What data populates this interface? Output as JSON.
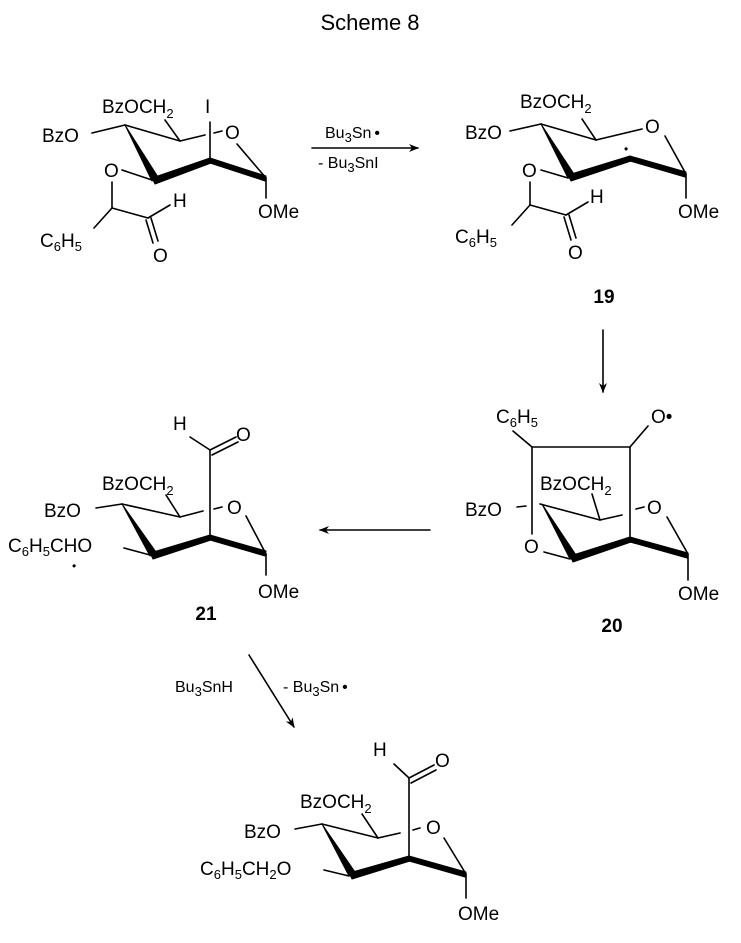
{
  "title": "Scheme 8",
  "structures": {
    "start": {
      "labels": {
        "ch2": "BzOCH",
        "ch2_sub": "2",
        "iodo": "I",
        "bzo": "BzO",
        "ring_o": "O",
        "ether_o": "O",
        "h": "H",
        "c6": "C",
        "c6_sub6": "6",
        "c6_h": "H",
        "c6_sub5": "5",
        "carbonyl_o": "O",
        "ome": "OMe"
      }
    },
    "s19": {
      "number": "19",
      "labels": {
        "ch2": "BzOCH",
        "ch2_sub": "2",
        "bzo": "BzO",
        "ring_o": "O",
        "ether_o": "O",
        "h": "H",
        "c6": "C",
        "c6_sub6": "6",
        "c6_h": "H",
        "c6_sub5": "5",
        "carbonyl_o": "O",
        "ome": "OMe",
        "radical": "•"
      }
    },
    "s20": {
      "number": "20",
      "labels": {
        "c6": "C",
        "c6_sub6": "6",
        "c6_h": "H",
        "c6_sub5": "5",
        "oxy_radical": "O•",
        "ch2": "BzOCH",
        "ch2_sub": "2",
        "bzo": "BzO",
        "ring_o": "O",
        "bridge_o": "O",
        "ome": "OMe"
      }
    },
    "s21": {
      "number": "21",
      "labels": {
        "h": "H",
        "carbonyl_o": "O",
        "ch2": "BzOCH",
        "ch2_sub": "2",
        "bzo": "BzO",
        "ring_o": "O",
        "c6": "C",
        "c6_sub6": "6",
        "c6_h": "H",
        "c6_sub5": "5",
        "cho": "CHO",
        "radical": "•",
        "ome": "OMe"
      }
    },
    "product": {
      "labels": {
        "h": "H",
        "carbonyl_o": "O",
        "ch2": "BzOCH",
        "ch2_sub": "2",
        "bzo": "BzO",
        "ring_o": "O",
        "c6": "C",
        "c6_sub6": "6",
        "c6_h": "H",
        "c6_sub5": "5",
        "ch2o": "CH",
        "ch2o_sub": "2",
        "ch2o_o": "O",
        "ome": "OMe"
      }
    }
  },
  "arrows": {
    "a1": {
      "above_pre": "Bu",
      "above_sub": "3",
      "above_post": "Sn",
      "above_dot": "•",
      "below_pre": "- Bu",
      "below_sub": "3",
      "below_post": "SnI"
    },
    "a3": {
      "left_pre": "Bu",
      "left_sub": "3",
      "left_post": "SnH",
      "right_pre": "- Bu",
      "right_sub": "3",
      "right_post": "Sn",
      "right_dot": "•"
    }
  }
}
